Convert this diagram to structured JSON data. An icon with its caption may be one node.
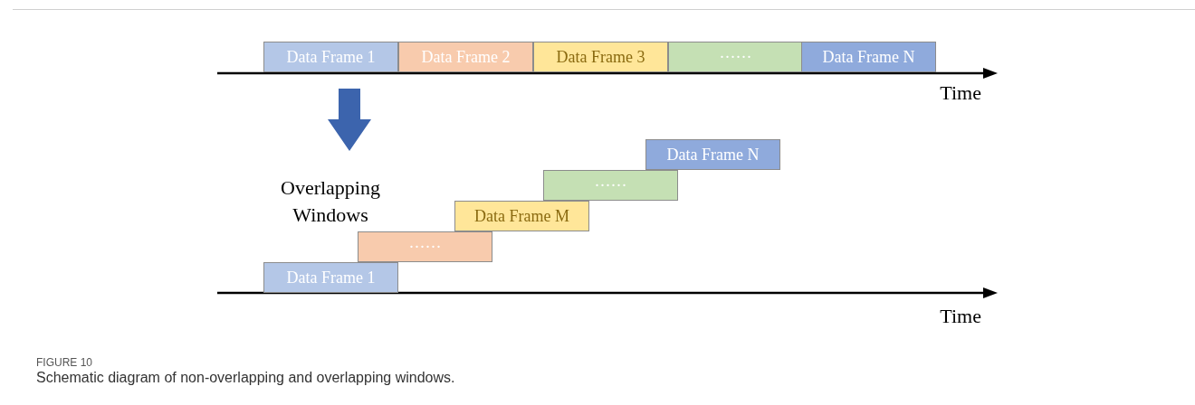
{
  "diagram": {
    "title": "FIGURE 10",
    "caption": "Schematic diagram of non-overlapping and overlapping windows.",
    "nodes": [
      {
        "text": [
          "Data Frame 1"
        ]
      },
      {
        "text": [
          "Data Frame 2"
        ]
      },
      {
        "text": [
          "Data Frame 3"
        ]
      },
      {
        "text": [
          "······"
        ]
      },
      {
        "text": [
          "Data Frame N"
        ]
      },
      {
        "text": [
          "Data Frame N"
        ]
      },
      {
        "text": [
          "······"
        ]
      },
      {
        "text": [
          "Data Frame M"
        ]
      },
      {
        "text": [
          "······"
        ]
      },
      {
        "text": [
          "Data Frame 1"
        ]
      }
    ],
    "edges": [],
    "labels": [
      "Time",
      "Overlapping Windows",
      "Time"
    ]
  }
}
